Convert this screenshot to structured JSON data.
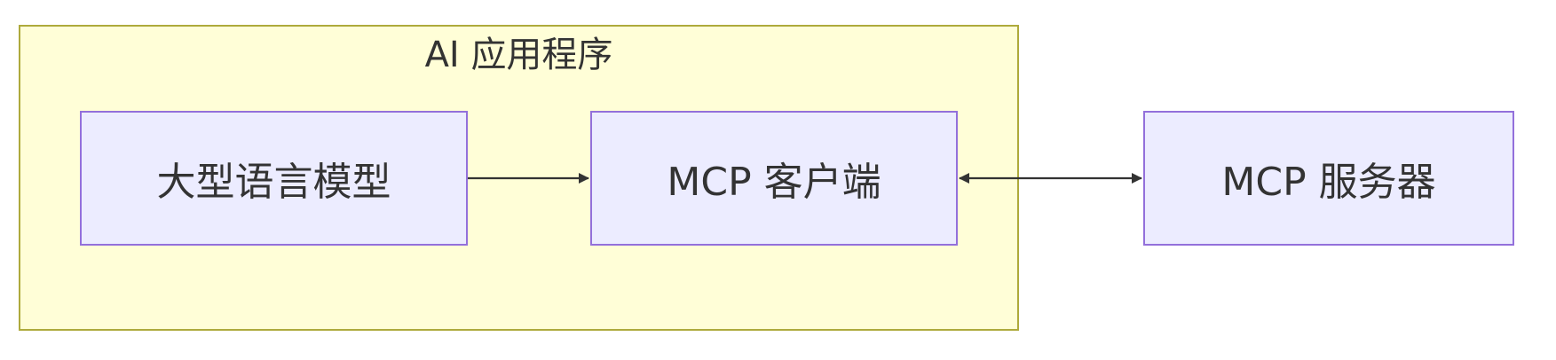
{
  "diagram": {
    "group": {
      "title": "AI 应用程序"
    },
    "nodes": {
      "llm": "大型语言模型",
      "client": "MCP 客户端",
      "server": "MCP 服务器"
    },
    "edges": [
      {
        "from": "llm",
        "to": "client",
        "direction": "one-way"
      },
      {
        "from": "client",
        "to": "server",
        "direction": "two-way"
      }
    ]
  },
  "colors": {
    "group_fill": "#fffed7",
    "group_border": "#aeaa3c",
    "node_fill": "#ececff",
    "node_border": "#9370db",
    "edge": "#333333",
    "text": "#333333"
  }
}
